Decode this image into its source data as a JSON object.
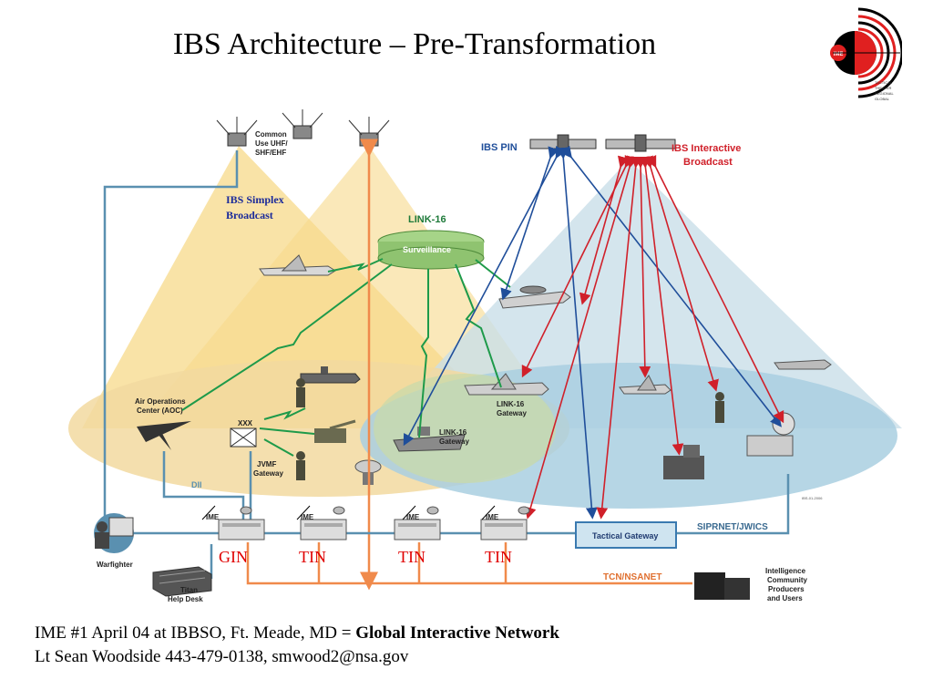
{
  "title": "IBS Architecture – Pre-Transformation",
  "logo": {
    "badge": "IME",
    "lines": [
      "TACTICAL",
      "THEATER",
      "REGIONAL",
      "GLOBAL"
    ]
  },
  "diagram": {
    "satellites_label": [
      "Common",
      "Use UHF/",
      "SHF/EHF"
    ],
    "ibs_simplex": [
      "IBS Simplex",
      "Broadcast"
    ],
    "ibs_pin": "IBS PIN",
    "ibs_interactive": [
      "IBS Interactive",
      "Broadcast"
    ],
    "link16": "LINK-16",
    "surveillance": "Surveillance",
    "aoc": [
      "Air Operations",
      "Center (AOC)"
    ],
    "xxx": "XXX",
    "jvmf": [
      "JVMF",
      "Gateway"
    ],
    "link16_gateway_air": [
      "LINK-16",
      "Gateway"
    ],
    "link16_gateway_ship": [
      "LINK-16",
      "Gateway"
    ],
    "dii": "DII",
    "ime_labels": [
      "IME",
      "IME",
      "IME",
      "IME"
    ],
    "site_labels": [
      "GIN",
      "TIN",
      "TIN",
      "TIN"
    ],
    "tactical_gateway": "Tactical Gateway",
    "siprnet": "SIPRNET/JWICS",
    "tcn": "TCN/NSANET",
    "warfighter": "Warfighter",
    "titan": [
      "Titan",
      "Help Desk"
    ],
    "intel": [
      "Intelligence",
      "Community",
      "Producers",
      "and Users"
    ],
    "doc_code": "IBS-01-2006"
  },
  "footer": {
    "line1_prefix": "IME #1 April 04 at IBBSO, Ft. Meade, MD = ",
    "line1_bold": "Global Interactive Network",
    "line2": "Lt Sean Woodside   443-479-0138, smwood2@nsa.gov"
  },
  "colors": {
    "simplex_cone": "#f7d98a",
    "interactive_cone": "#c9dfe8",
    "theater_ellipse": "#f2d9a0",
    "blue_ellipse": "#a9cfe0",
    "link16_ring": "#8fc370",
    "blue_link": "#1f4e9a",
    "red_link": "#d0202a",
    "green_link": "#1e9a4a",
    "orange_backbone": "#f08a4b",
    "network_line": "#5a90b0"
  }
}
